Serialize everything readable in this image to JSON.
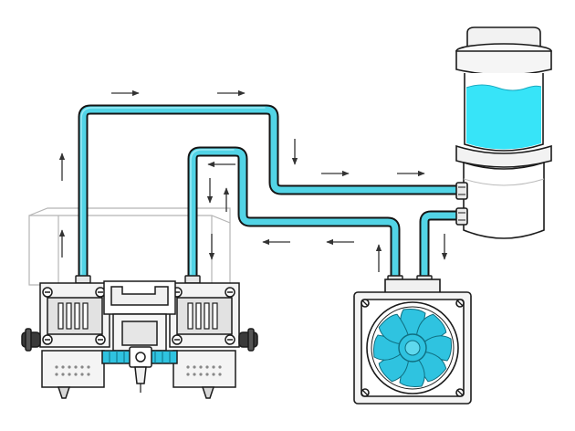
{
  "diagram": {
    "kind": "3d-printer-dual-hotend-water-cooling-loop",
    "colors": {
      "coolant": "#52d4e6",
      "coolant_dark": "#1a8ea2",
      "tube_edge": "#141414",
      "line": "#1b1b1b",
      "water": "#37e4f8",
      "fan_blade": "#2fc3e0",
      "background": "#ffffff"
    },
    "components": [
      {
        "id": "reservoir",
        "icon": "reservoir-tank-icon"
      },
      {
        "id": "pump",
        "icon": "pump-icon"
      },
      {
        "id": "radiator-fan",
        "icon": "fan-icon"
      },
      {
        "id": "dual-hotend",
        "icon": "hotend-icon"
      },
      {
        "id": "coolant-tubes",
        "icon": "tube-icon"
      },
      {
        "id": "flow-arrows",
        "icon": "arrow-icon"
      }
    ]
  }
}
